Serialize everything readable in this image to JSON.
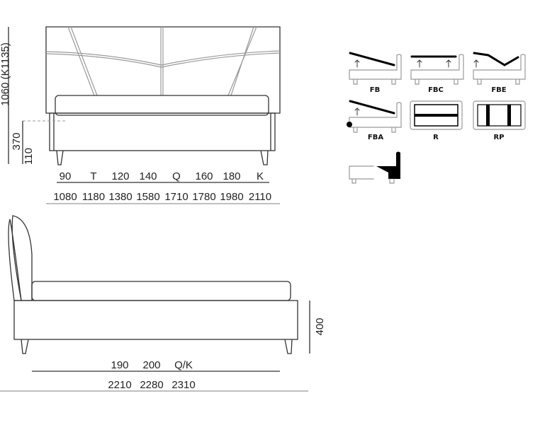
{
  "front_view": {
    "height_label": "1060 (K1135)",
    "side_height_label": "370",
    "leg_height_label": "110",
    "sizes": [
      "90",
      "T",
      "120",
      "140",
      "Q",
      "160",
      "180",
      "K"
    ],
    "widths": [
      "1080",
      "1180",
      "1380",
      "1580",
      "1710",
      "1780",
      "1980",
      "2110"
    ]
  },
  "side_view": {
    "height_label": "400",
    "sizes": [
      "190",
      "200",
      "Q/K"
    ],
    "lengths": [
      "2210",
      "2280",
      "2310"
    ]
  },
  "options": [
    {
      "label": "FB",
      "icon": "lift-storage-icon"
    },
    {
      "label": "FBC",
      "icon": "flat-lift-storage-icon"
    },
    {
      "label": "FBE",
      "icon": "electric-lift-icon"
    },
    {
      "label": "FBA",
      "icon": "push-lift-storage-icon"
    },
    {
      "label": "R",
      "icon": "slatted-base-icon"
    },
    {
      "label": "RP",
      "icon": "reinforced-slats-icon"
    }
  ]
}
